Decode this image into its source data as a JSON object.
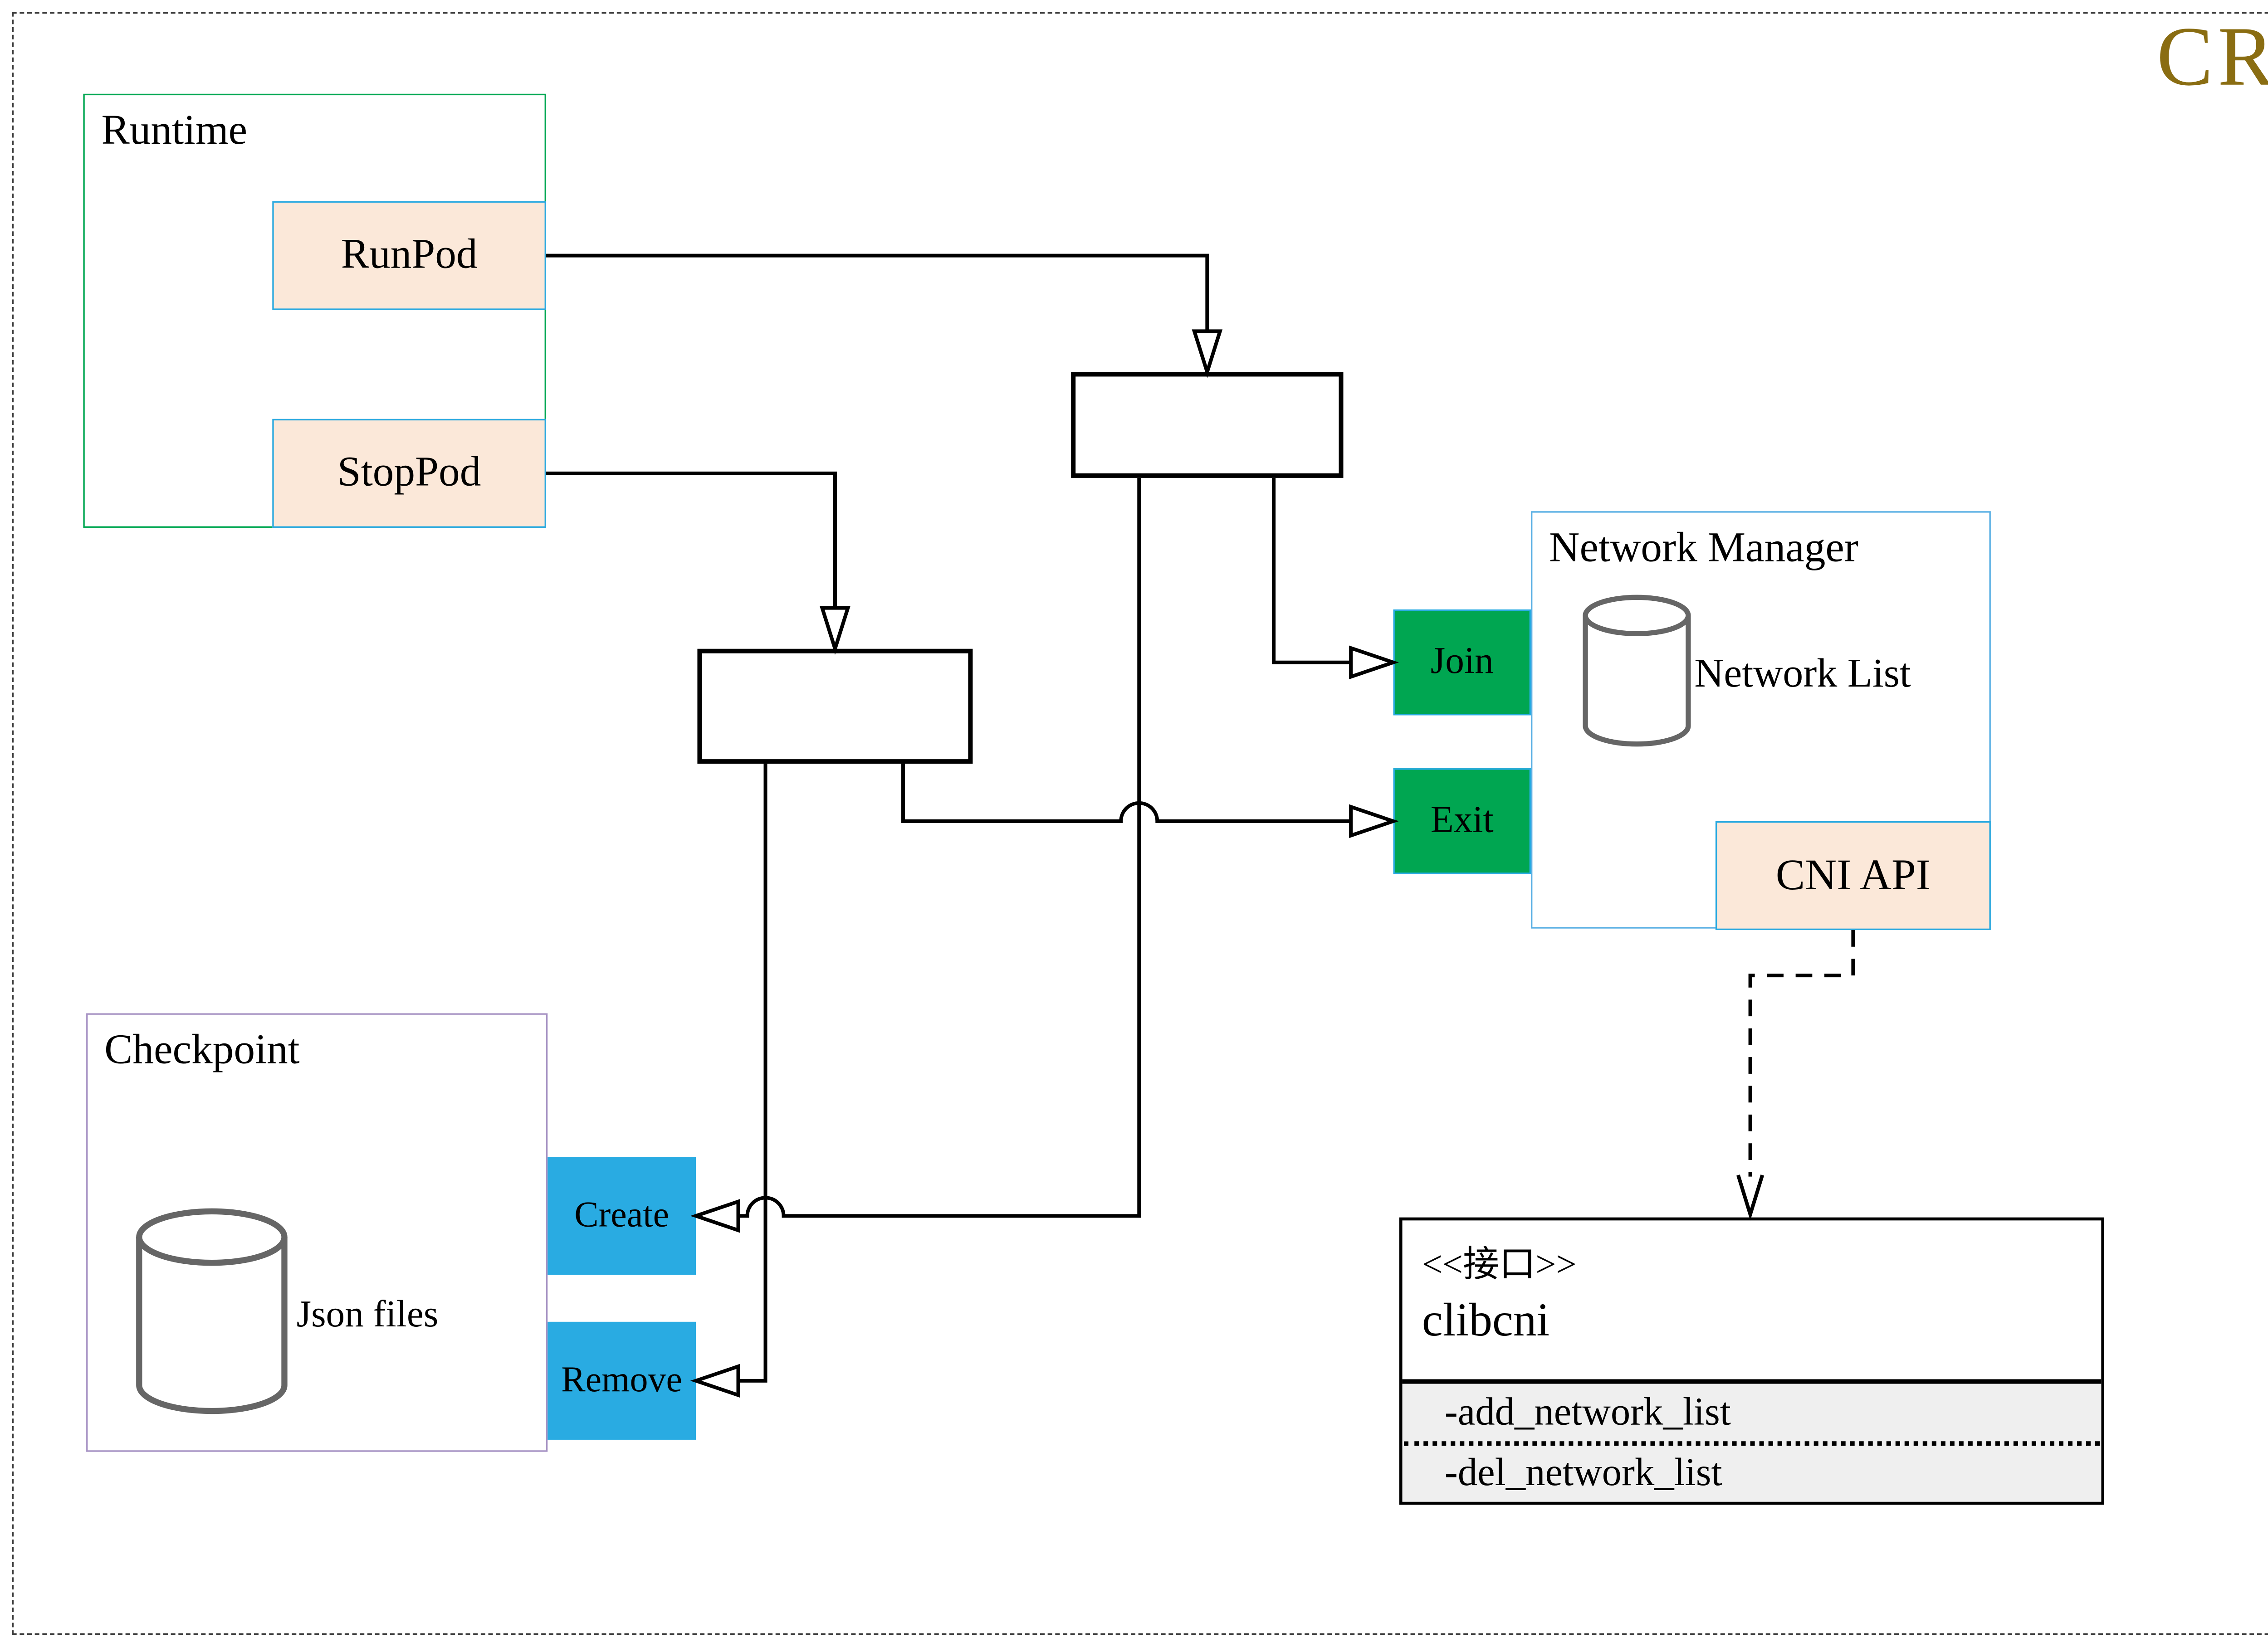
{
  "page": {
    "badge": "CRI"
  },
  "colors": {
    "accent_gold": "#8a6d12",
    "runtime_border": "#00a651",
    "nm_border": "#5bb0e4",
    "checkpoint_border": "#a793c4",
    "action_green": "#00a651",
    "action_blue": "#29abe2",
    "peach_fill": "#fbe8d9",
    "peach_border": "#29a9e0",
    "cylinder_gray": "#666666",
    "section_gray": "#efefef",
    "line_black": "#000000"
  },
  "runtime": {
    "title": "Runtime",
    "run_pod": "RunPod",
    "stop_pod": "StopPod"
  },
  "network_manager": {
    "title": "Network Manager",
    "join": "Join",
    "exit": "Exit",
    "network_list": "Network List",
    "cni_api": "CNI API"
  },
  "checkpoint": {
    "title": "Checkpoint",
    "json_files": "Json files",
    "create": "Create",
    "remove": "Remove"
  },
  "iface": {
    "stereotype": "<<接口>>",
    "name": "clibcni",
    "methods": [
      "-add_network_list",
      "-del_network_list"
    ]
  }
}
